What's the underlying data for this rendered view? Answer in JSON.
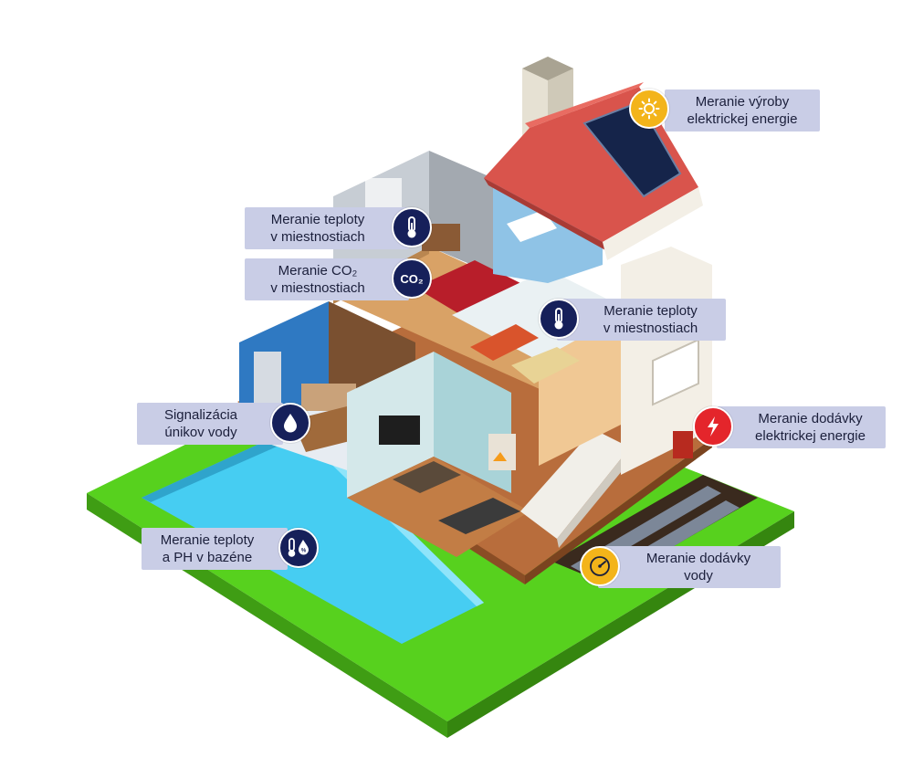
{
  "colors": {
    "badge_navy": "#16205a",
    "badge_sun": "#f3b41a",
    "badge_power": "#e4252b",
    "badge_gauge": "#f3b41a",
    "label_bg": "#c9cde6",
    "grass": "#57d11e",
    "pool": "#46cdf2",
    "roof": "#d9544c"
  },
  "labels": {
    "solar": {
      "line1": "Meranie výroby",
      "line2": "elektrickej energie",
      "icon": "sun-icon"
    },
    "temp_upper": {
      "line1": "Meranie teploty",
      "line2": "v miestnostiach",
      "icon": "thermometer-icon"
    },
    "co2": {
      "line1": "Meranie CO₂",
      "line2": "v miestnostiach",
      "icon": "co2-icon",
      "badge_text": "CO₂"
    },
    "temp_living": {
      "line1": "Meranie teploty",
      "line2": "v miestnostiach",
      "icon": "thermometer-icon"
    },
    "leak": {
      "line1": "Signalizácia",
      "line2": "únikov vody",
      "icon": "water-drop-icon"
    },
    "power": {
      "line1": "Meranie dodávky",
      "line2": "elektrickej energie",
      "icon": "lightning-icon"
    },
    "pool": {
      "line1": "Meranie teploty",
      "line2": "a PH v bazéne",
      "icon": "thermo-ph-icon"
    },
    "water": {
      "line1": "Meranie dodávky",
      "line2": "vody",
      "icon": "gauge-icon"
    }
  }
}
